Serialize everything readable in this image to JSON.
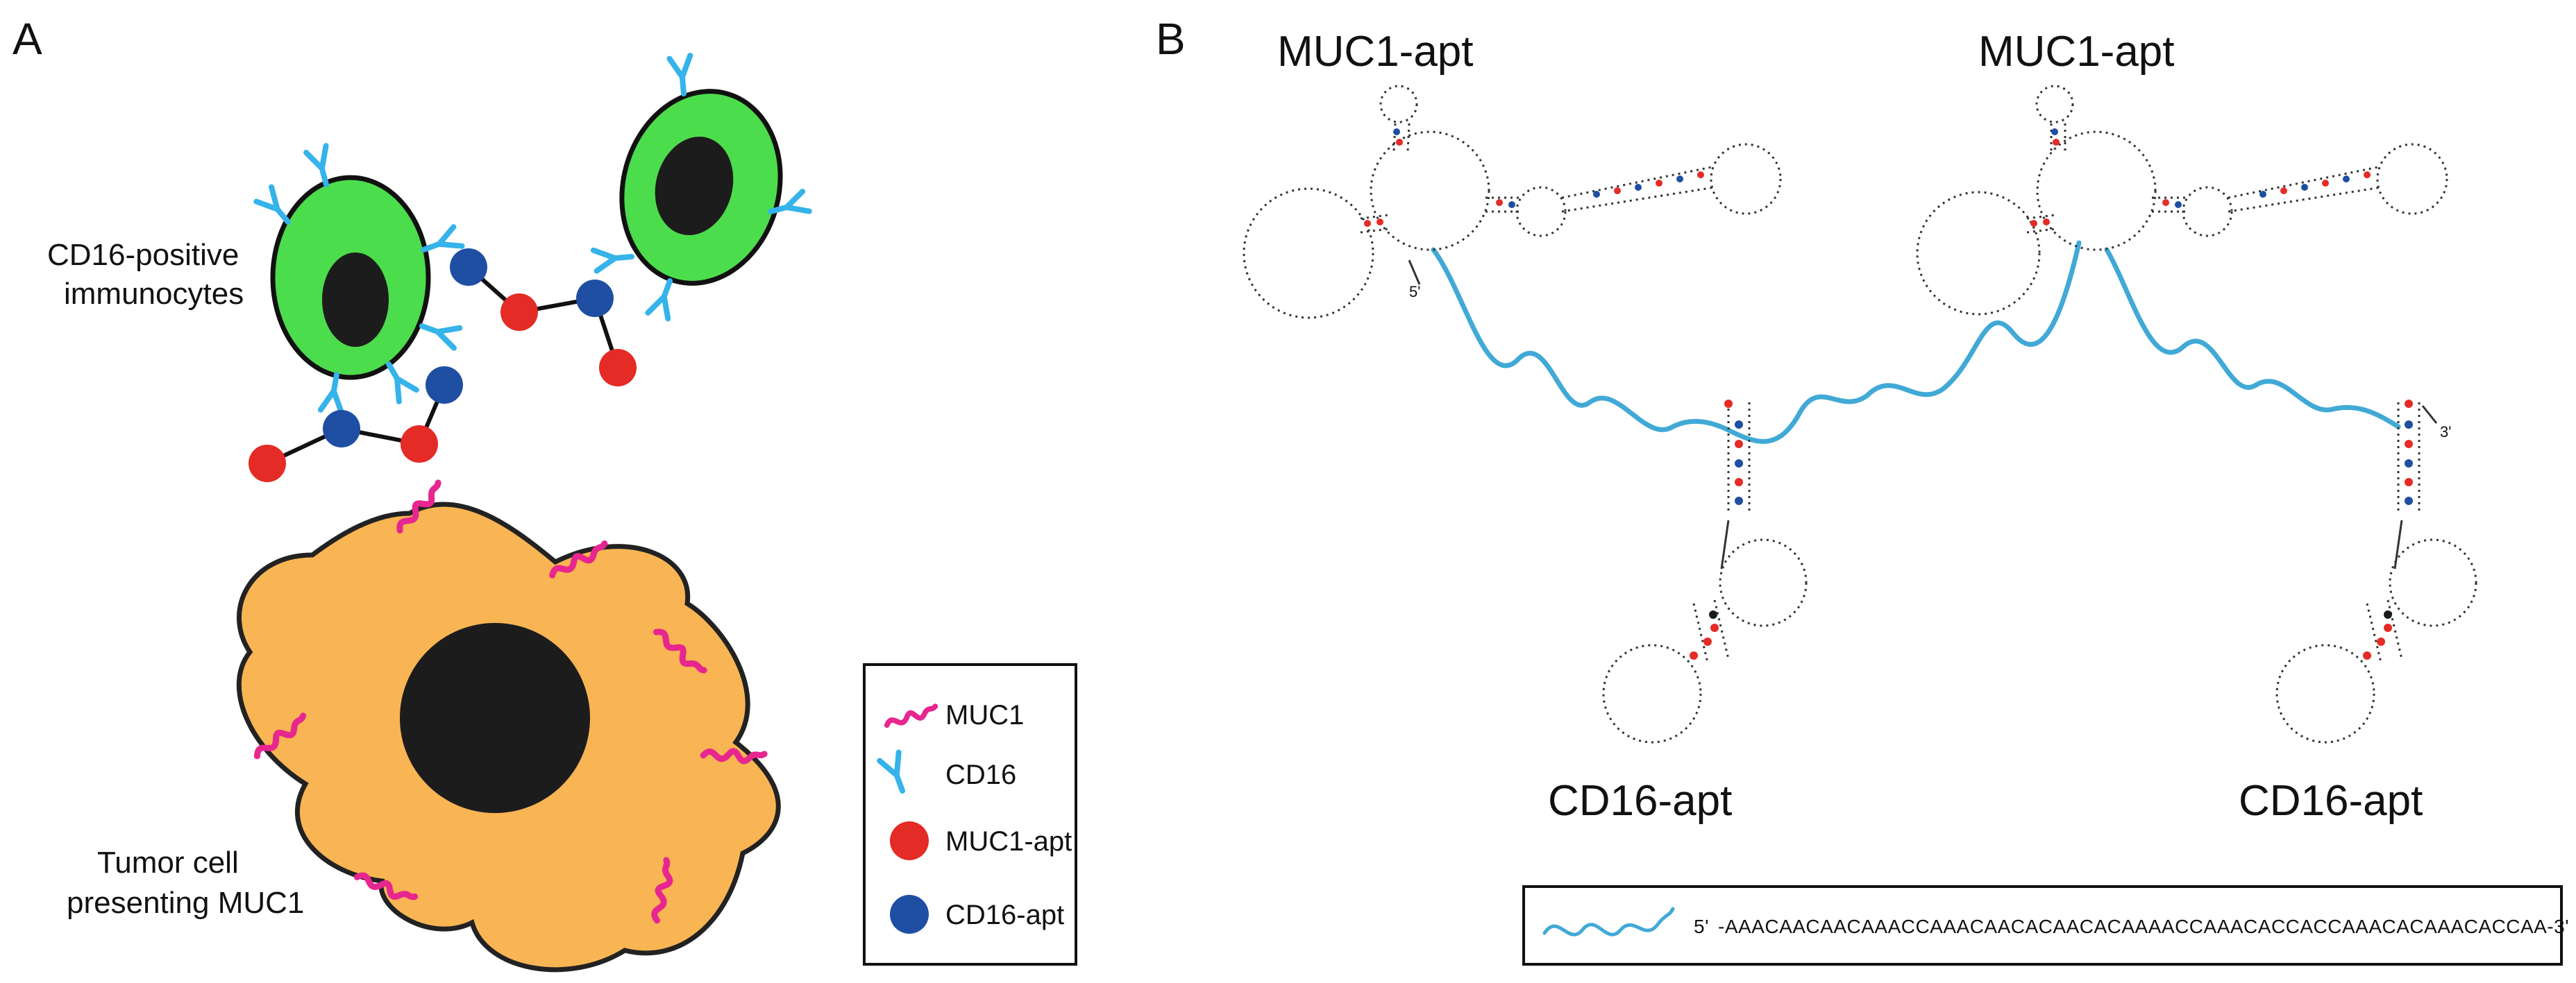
{
  "panel_a": {
    "letter": "A",
    "immunocyte_label_line1": "CD16-positive",
    "immunocyte_label_line2": "immunocytes",
    "tumor_label_line1": "Tumor cell",
    "tumor_label_line2": "presenting MUC1",
    "legend": [
      {
        "icon": "muc1-icon",
        "label": "MUC1"
      },
      {
        "icon": "cd16-icon",
        "label": "CD16"
      },
      {
        "icon": "red-dot-icon",
        "label": "MUC1-apt"
      },
      {
        "icon": "blue-dot-icon",
        "label": "CD16-apt"
      }
    ]
  },
  "panel_b": {
    "letter": "B",
    "muc1_apt_left": "MUC1-apt",
    "muc1_apt_right": "MUC1-apt",
    "cd16_apt_left": "CD16-apt",
    "cd16_apt_right": "CD16-apt",
    "end_5_label": "5'",
    "end_3_label": "3'",
    "sequence_prefix": "5'",
    "sequence": "-AAACAACAACAAACCAAACAACACAACACAAAACCAAACACCACCAAACACAAACACCAA-3'"
  },
  "colors": {
    "immunocyte_fill": "#4cdd4c",
    "tumor_fill": "#f9b553",
    "muc1_magenta": "#e8268f",
    "cd16_cyan": "#35b3ea",
    "muc1_apt_red": "#e52b25",
    "cd16_apt_blue": "#1f4fa3",
    "linker_blue": "#41a9d6"
  }
}
